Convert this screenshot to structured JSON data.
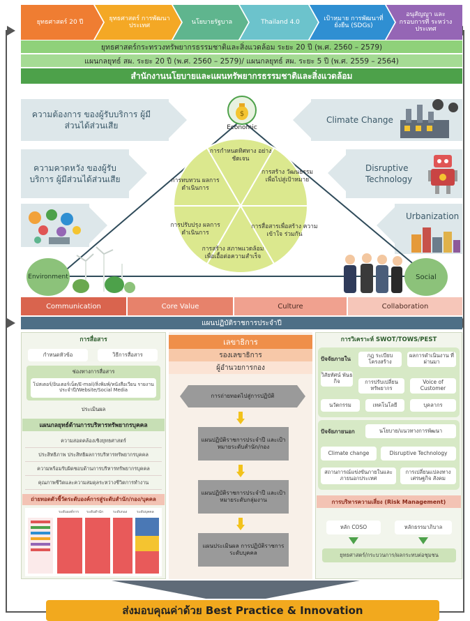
{
  "top_banner": [
    {
      "label": "ยุทธศาสตร์ 20 ปี",
      "color": "#ef7d32"
    },
    {
      "label": "ยุทธศาสตร์ การพัฒนาประเทศ",
      "color": "#f4a825"
    },
    {
      "label": "นโยบายรัฐบาล",
      "color": "#5fb58e"
    },
    {
      "label": "Thailand 4.0",
      "color": "#6cc3cc"
    },
    {
      "label": "เป้าหมาย การพัฒนาที่ยั่งยืน (SDGs)",
      "color": "#2f8fd2"
    },
    {
      "label": "อนุสัญญา และกรอบการที่ ระหว่างประเทศ",
      "color": "#9566b5"
    }
  ],
  "plan_lines": [
    "ยุทธศาสตร์กระทรวงทรัพยากรธรรมชาติและสิ่งแวดล้อม ระยะ 20 ปี (พ.ศ. 2560 – 2579)",
    "แผนกลยุทธ์ สผ. ระยะ 20 ปี (พ.ศ. 2560 – 2579)/ แผนกลยุทธ์ สผ. ระยะ 5 ปี (พ.ศ. 2559 – 2564)"
  ],
  "office_title": "สำนักงานนโยบายและแผนทรัพยากรธรรมชาติและสิ่งแวดล้อม",
  "left_factors": [
    "ความต้องการ ของผู้รับบริการ ผู้มีส่วนได้ส่วนเสีย",
    "ความคาดหวัง ของผู้รับบริการ ผู้มีส่วนได้ส่วนเสีย"
  ],
  "right_factors": [
    "Climate Change",
    "Disruptive Technology",
    "Urbanization"
  ],
  "triangle_nodes": {
    "top": "Economic",
    "left": "Environment",
    "right": "Social"
  },
  "circle_segments": [
    "การกำหนดทิศทาง อย่างชัดเจน",
    "การสร้าง วัฒนธรรม เพื่อไปสู่เป้าหมาย",
    "การสื่อสารเพื่อสร้าง ความเข้าใจ ร่วมกัน",
    "การสร้าง สภาพแวดล้อม เพื่อเอื้อต่อความสำเร็จ",
    "การปรับปรุง ผลการดำเนินการ",
    "การทบทวน ผลการดำเนินการ"
  ],
  "values_bar": [
    "Communication",
    "Core Value",
    "Culture",
    "Collaboration"
  ],
  "action_plan_title": "แผนปฏิบัติราชการประจำปี",
  "left_panel": {
    "comm_title": "การสื่อสาร",
    "comm_items": [
      "กำหนดหัวข้อ",
      "วิธีการสื่อสาร"
    ],
    "channel_title": "ช่องทางการสื่อสาร",
    "channel_detail": "โปสเตอร์/อินเตอร์เน็ต/E-mail/สิ่งพิมพ์/หนังสือเวียน รายงานประจำปี/Website/Social Media",
    "evaluate": "ประเมินผล",
    "hr_title": "แผนกลยุทธ์ด้านการบริหารทรัพยากรบุคคล",
    "hr_items": [
      "ความสอดคล้องเชิงยุทธศาสตร์",
      "ประสิทธิภาพ ประสิทธิผลการบริหารทรัพยากรบุคคล",
      "ความพร้อมรับผิดชอบด้านการบริหารทรัพยากรบุคคล",
      "คุณภาพชีวิตและความสมดุลระหว่างชีวิตการทำงาน"
    ],
    "chart_title": "ถ่ายทอดตัวชี้วัดระดับองค์การสู่ระดับสำนัก/กอง/บุคคล",
    "chart_headers": [
      "ระดับองค์การ",
      "ระดับสำนัก",
      "ระดับกอง",
      "ระดับบุคคล"
    ]
  },
  "center_panel": {
    "roles": [
      "เลขาธิการ",
      "รองเลขาธิการ",
      "ผู้อำนวยการกอง"
    ],
    "steps": [
      "การถ่ายทอดไปสู่การปฏิบัติ",
      "แผนปฏิบัติราชการประจำปี และเป้าหมายระดับสำนัก/กอง",
      "แผนปฏิบัติราชการประจำปี และเป้าหมายระดับกลุ่มงาน",
      "แผนประเมินผล การปฏิบัติราชการระดับบุคคล"
    ]
  },
  "right_panel": {
    "title": "การวิเคราะห์ SWOT/TOWS/PEST",
    "internal_label": "ปัจจัยภายใน",
    "internal_items": [
      "กฎ ระเบียบ โครงสร้าง",
      "ผลการดำเนินงาน ที่ผ่านมา",
      "วิสัยทัศน์ พันธกิจ",
      "การปรับเปลี่ยน ทรัพยากร",
      "Voice of Customer",
      "นวัตกรรม",
      "เทคโนโลยี",
      "บุคลากร"
    ],
    "external_label": "ปัจจัยภายนอก",
    "external_items": [
      "นโยบาย/แนวทางการพัฒนา",
      "Climate change",
      "Disruptive Technology",
      "สถานการณ์แข่งขันภายในและ ภายนอกประเทศ",
      "การเปลี่ยนแปลงทาง เศรษฐกิจ สังคม"
    ],
    "risk_title": "การบริหารความเสี่ยง (Risk Management)",
    "risk_items": [
      "หลัก COSO",
      "หลักธรรมาภิบาล"
    ],
    "risk_bottom": "ยุทธศาสตร์/กระบวนการ/ผลกระทบต่อชุมชน"
  },
  "footer": "ส่งมอบคุณค่าด้วย Best Practice & Innovation"
}
